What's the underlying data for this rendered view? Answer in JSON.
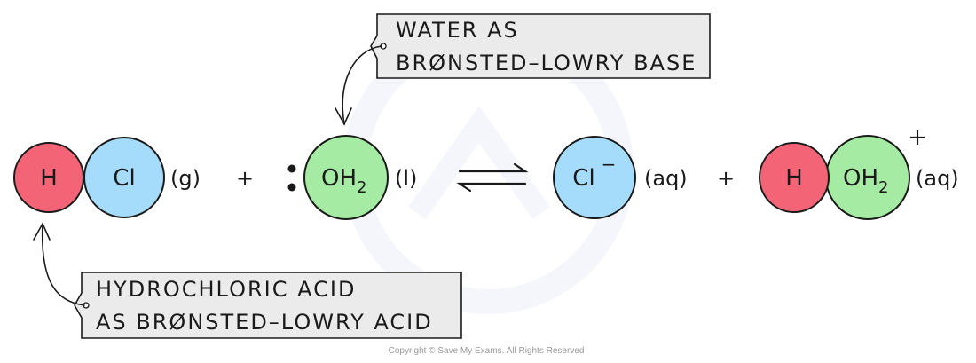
{
  "equation": {
    "hcl": {
      "h": "H",
      "cl": "Cl",
      "state": "(g)"
    },
    "plus1": "+",
    "lone_pair": ":",
    "water": {
      "o": "OH",
      "sub": "2",
      "state": "(l)"
    },
    "product_cl": {
      "cl": "Cl",
      "charge": "−",
      "state": "(aq)"
    },
    "plus2": "+",
    "hydronium": {
      "h": "H",
      "o": "OH",
      "sub": "2",
      "charge": "+",
      "state": "(aq)"
    }
  },
  "labels": {
    "water_line1": "WATER  AS",
    "water_line2": "BRØNSTED–LOWRY BASE",
    "acid_line1": "HYDROCHLORIC  ACID",
    "acid_line2": "AS  BRØNSTED–LOWRY ACID"
  },
  "copyright": "Copyright © Save My Exams. All Rights Reserved",
  "colors": {
    "hydrogen": "#f36477",
    "chlorine": "#a5dcfb",
    "oxygen": "#a6eba4",
    "label_box": "#ebebeb",
    "outline": "#1a1a1a"
  }
}
